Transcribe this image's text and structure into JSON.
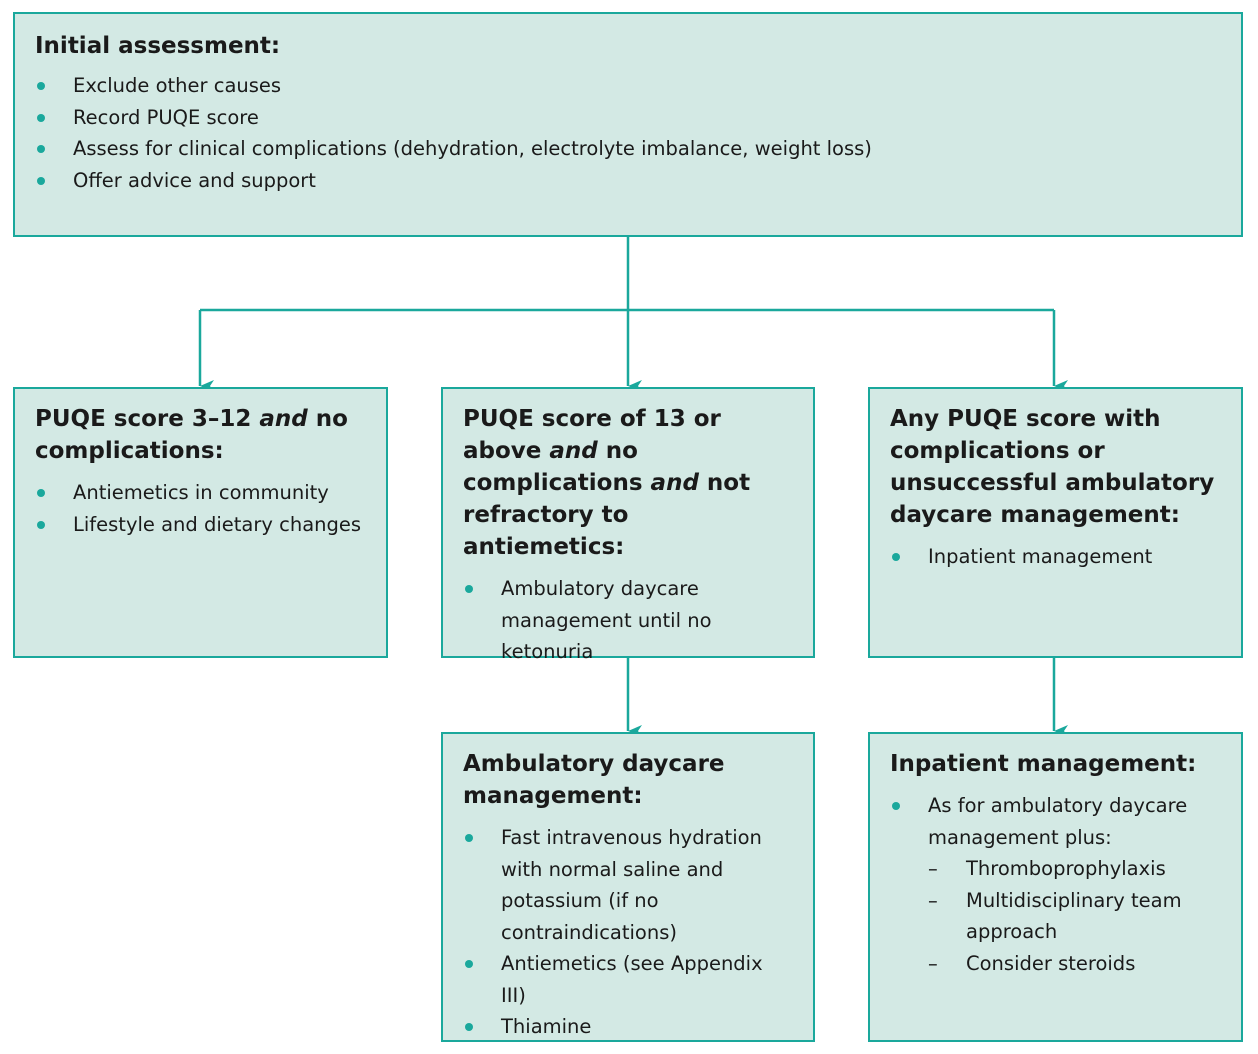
{
  "colors": {
    "box_fill": "#d3e9e4",
    "accent": "#1aa89c"
  },
  "initial": {
    "title": "Initial assessment:",
    "items": [
      "Exclude other causes",
      "Record PUQE score",
      "Assess for clinical complications (dehydration, electrolyte imbalance, weight loss)",
      "Offer advice and support"
    ]
  },
  "left": {
    "title_a": "PUQE score 3–12 ",
    "title_b": "and",
    "title_c": " no complications:",
    "items": [
      "Antiemetics in community",
      "Lifestyle and dietary changes"
    ]
  },
  "middle": {
    "title_a": "PUQE score of 13 or above ",
    "title_b": "and",
    "title_c": " no complications ",
    "title_d": "and",
    "title_e": " not refractory to antiemetics:",
    "items": [
      "Ambulatory daycare management until no ketonuria"
    ]
  },
  "right": {
    "title": "Any PUQE score with complications or unsuccessful ambulatory daycare management:",
    "items": [
      "Inpatient management"
    ]
  },
  "ambulatory": {
    "title": "Ambulatory daycare management:",
    "items": [
      "Fast intravenous hydration with normal saline and potassium (if no contraindications)",
      "Antiemetics (see Appendix III)",
      "Thiamine"
    ]
  },
  "inpatient": {
    "title": "Inpatient management:",
    "lead": "As for ambulatory daycare management plus:",
    "subitems": [
      "Thromboprophylaxis",
      "Multidisciplinary team approach",
      "Consider steroids"
    ]
  }
}
